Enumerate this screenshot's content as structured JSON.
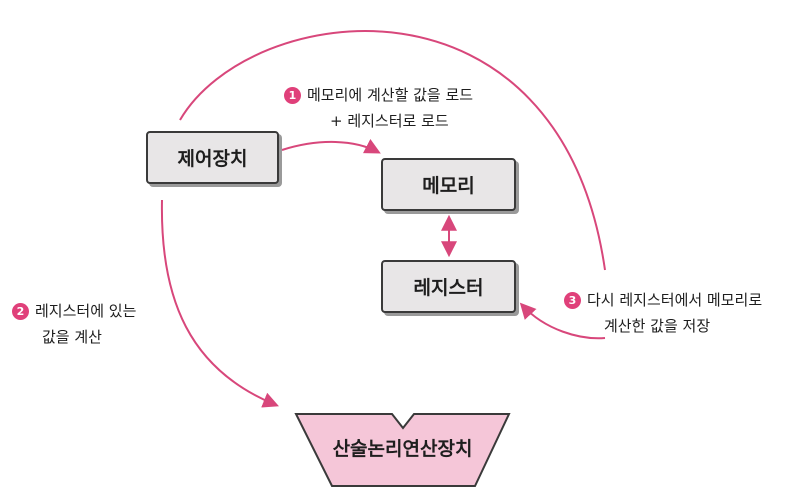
{
  "nodes": {
    "control": "제어장치",
    "memory": "메모리",
    "register": "레지스터",
    "alu": "산술논리연산장치"
  },
  "steps": [
    {
      "badge": "1",
      "lines": [
        "메모리에 계산할 값을 로드",
        "+ 레지스터로 로드"
      ]
    },
    {
      "badge": "2",
      "lines": [
        "레지스터에 있는",
        "값을 계산"
      ]
    },
    {
      "badge": "3",
      "lines": [
        "다시 레지스터에서 메모리로",
        "계산한 값을 저장"
      ]
    }
  ],
  "colors": {
    "arrow": "#d8477b",
    "box_fill": "#e8e6e7",
    "alu_fill": "#f5c6d8",
    "badge": "#e0407a"
  }
}
